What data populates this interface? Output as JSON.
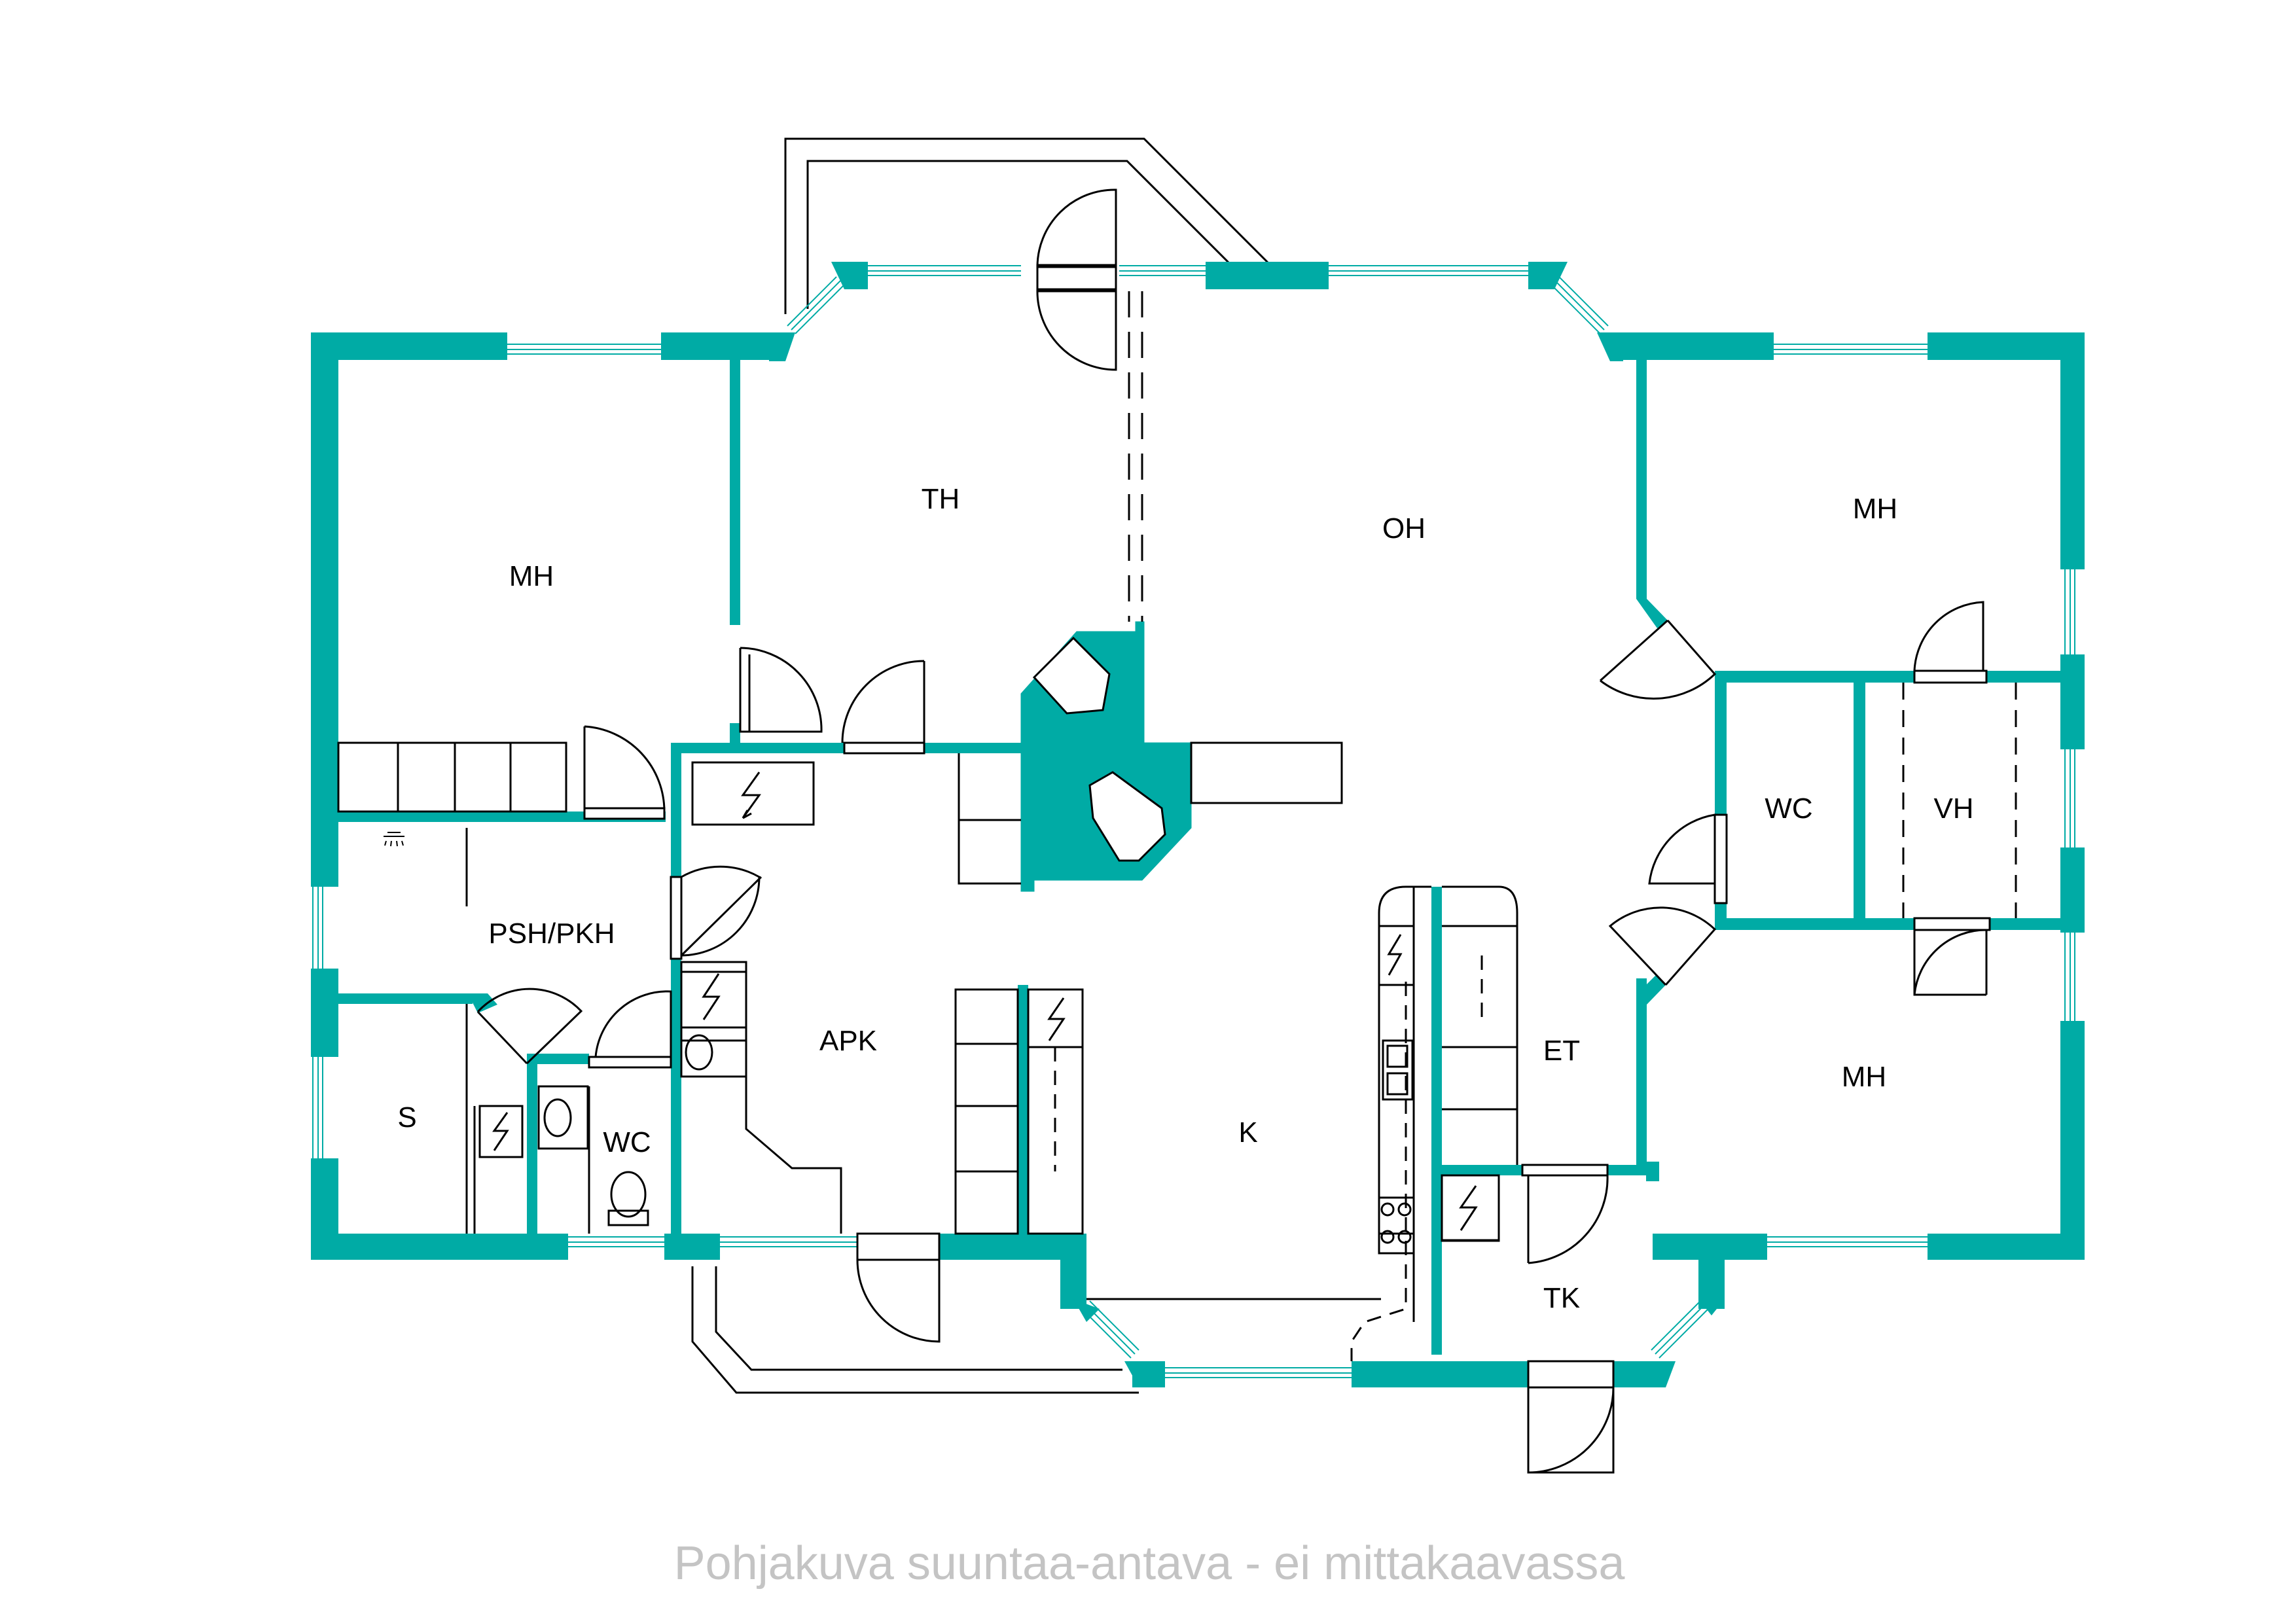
{
  "colors": {
    "wall": "#00ABA5",
    "line": "#000000",
    "caption": "#C4C4C4",
    "background": "#FFFFFF"
  },
  "rooms": {
    "mh_west": "MH",
    "th": "TH",
    "oh": "OH",
    "mh_northeast": "MH",
    "wc_east": "WC",
    "vh": "VH",
    "psh_pkh": "PSH/PKH",
    "apk": "APK",
    "s": "S",
    "wc_west": "WC",
    "k": "K",
    "et": "ET",
    "mh_southeast": "MH",
    "tk": "TK"
  },
  "caption": "Pohjakuva suuntaa-antava - ei mittakaavassa",
  "icons": [
    "electrical-panel-icon",
    "toilet-icon",
    "sink-icon",
    "stove-icon",
    "shower-icon"
  ]
}
